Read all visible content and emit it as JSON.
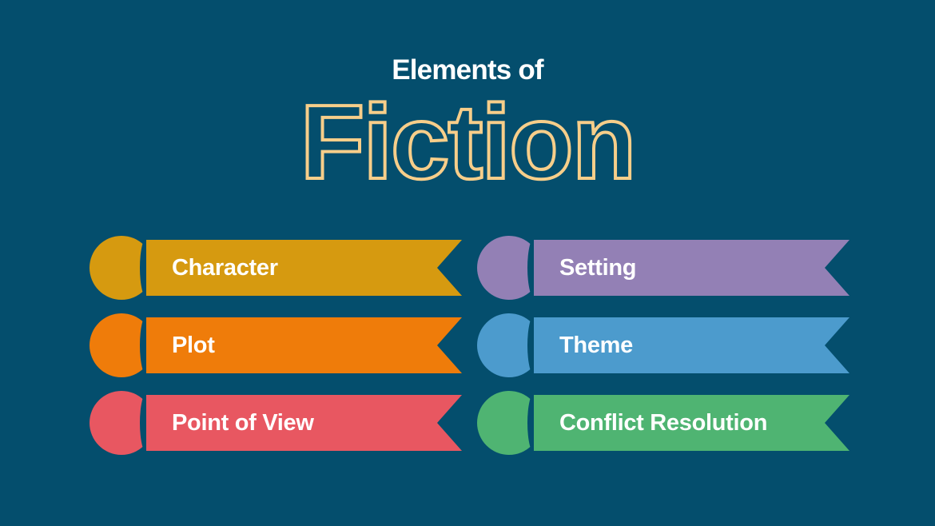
{
  "theme": {
    "background_color": "#044e6d",
    "title_outline_color": "#f7ce8a",
    "title_text_color": "#ffffff",
    "label_text_color": "#ffffff"
  },
  "title": {
    "eyebrow": "Elements of",
    "main": "Fiction"
  },
  "elements": [
    {
      "label": "Character",
      "color": "#d69a10",
      "column": 1,
      "row": 1
    },
    {
      "label": "Plot",
      "color": "#ef7c0a",
      "column": 1,
      "row": 2
    },
    {
      "label": "Point of View",
      "color": "#e85761",
      "column": 1,
      "row": 3
    },
    {
      "label": "Setting",
      "color": "#9380b5",
      "column": 2,
      "row": 1
    },
    {
      "label": "Theme",
      "color": "#4c9bcd",
      "column": 2,
      "row": 2
    },
    {
      "label": "Conflict Resolution",
      "color": "#4fb472",
      "column": 2,
      "row": 3
    }
  ]
}
